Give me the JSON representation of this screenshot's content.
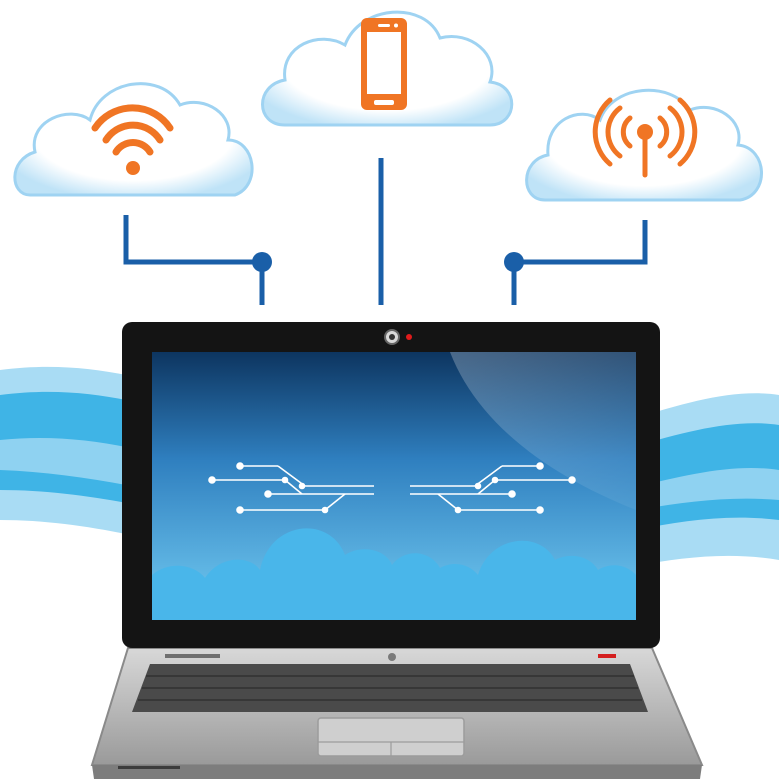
{
  "scene": {
    "description_free": true,
    "clouds": [
      {
        "id": "left",
        "icon": "wifi-icon"
      },
      {
        "id": "center",
        "icon": "smartphone-icon"
      },
      {
        "id": "right",
        "icon": "broadcast-antenna-icon"
      }
    ],
    "colors": {
      "icon_orange": "#f07524",
      "connector_blue": "#1a5fa8",
      "wave_blue": "#3fb4e6",
      "wave_light": "#a9dcf4",
      "screen_top": "#0d3560",
      "screen_bottom": "#5fc3f0",
      "laptop_body": "#b9b9b9",
      "bezel": "#141414",
      "camera_led": "#e01b1b",
      "power_led": "#d42020"
    }
  }
}
